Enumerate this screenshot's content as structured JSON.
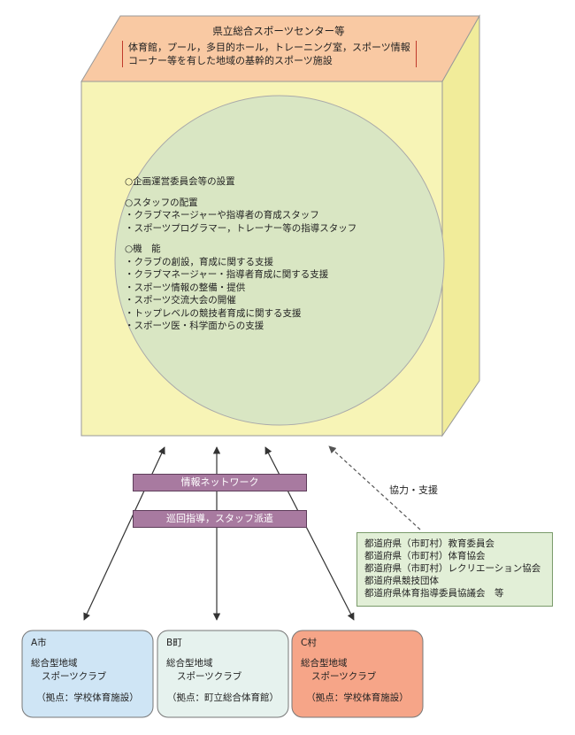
{
  "colors": {
    "box_front": "#f7f4b6",
    "box_top": "#f9c9a3",
    "box_side": "#f1ec9a",
    "circle_fill": "#d9e6c3",
    "bar_fill": "#a87aa0",
    "org_box_fill": "#e2efd7",
    "club_a_fill": "#cfe5f5",
    "club_b_fill": "#e6f2ee",
    "club_c_fill": "#f6a588",
    "bracket": "#c0392b"
  },
  "center": {
    "title": "県立総合スポーツセンター等",
    "description": [
      "体育館，プール，多目的ホール，トレーニング室，スポーツ情報",
      "コーナー等を有した地域の基幹的スポーツ施設"
    ]
  },
  "circle": {
    "committee": "○企画運営委員会等の設置",
    "staff_heading": "○スタッフの配置",
    "staff_items": [
      "・クラブマネージャーや指導者の育成スタッフ",
      "・スポーツプログラマー，トレーナー等の指導スタッフ"
    ],
    "functions_heading": "○機　能",
    "function_items": [
      "・クラブの創設，育成に関する支援",
      "・クラブマネージャー・指導者育成に関する支援",
      "・スポーツ情報の整備・提供",
      "・スポーツ交流大会の開催",
      "・トップレベルの競技者育成に関する支援",
      "・スポーツ医・科学面からの支援"
    ]
  },
  "bars": {
    "network": "情報ネットワーク",
    "guidance": "巡回指導，スタッフ派遣"
  },
  "support": {
    "label": "協力・支援",
    "organizations": [
      "都道府県（市町村）教育委員会",
      "都道府県（市町村）体育協会",
      "都道府県（市町村）レクリエーション協会",
      "都道府県競技団体",
      "都道府県体育指導委員協議会　等"
    ]
  },
  "clubs": [
    {
      "name": "A市",
      "type": "総合型地域",
      "club": "スポーツクラブ",
      "base": "（拠点：学校体育施設）"
    },
    {
      "name": "B町",
      "type": "総合型地域",
      "club": "スポーツクラブ",
      "base": "（拠点：町立総合体育館）"
    },
    {
      "name": "C村",
      "type": "総合型地域",
      "club": "スポーツクラブ",
      "base": "（拠点：学校体育施設）"
    }
  ]
}
